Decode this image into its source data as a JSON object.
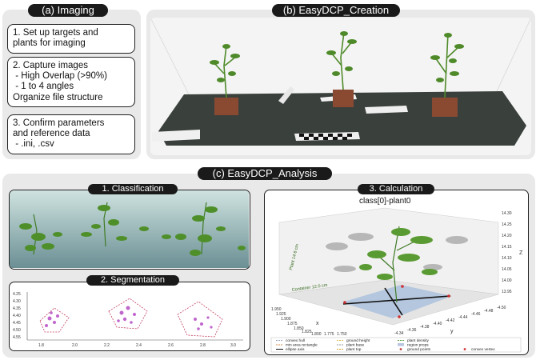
{
  "imaging": {
    "title": "(a) Imaging",
    "steps": [
      {
        "lines": [
          "1. Set up targets and",
          "plants for imaging"
        ]
      },
      {
        "lines": [
          "2. Capture images",
          " - High Overlap (>90%)",
          " - 1 to 4 angles",
          "Organize file structure"
        ]
      },
      {
        "lines": [
          "3. Confirm parameters",
          "and reference data",
          " - .ini, .csv"
        ]
      }
    ]
  },
  "creation": {
    "title": "(b) EasyDCP_Creation"
  },
  "analysis": {
    "title": "(c) EasyDCP_Analysis",
    "classification": {
      "title": "1. Classification"
    },
    "segmentation": {
      "title": "2. Segmentation",
      "y_ticks": [
        "4.25",
        "4.30",
        "4.35",
        "4.40",
        "4.45",
        "4.50",
        "4.55"
      ],
      "x_ticks": [
        "1.8",
        "2.0",
        "2.2",
        "2.4",
        "2.6",
        "2.8",
        "3.0"
      ]
    },
    "calculation": {
      "title": "3. Calculation",
      "plot_title": "class[0]-plant0",
      "z_ticks": [
        "14.30",
        "14.25",
        "14.20",
        "14.15",
        "14.10",
        "14.05",
        "14.00",
        "13.95"
      ],
      "z_label": "Z",
      "x_ticks": [
        "1.950",
        "1.925",
        "1.900",
        "1.875",
        "1.850",
        "1.825",
        "1.800",
        "1.775",
        "1.750"
      ],
      "x_label": "x",
      "y_ticks": [
        "-4.34",
        "-4.36",
        "-4.38",
        "-4.40",
        "-4.42",
        "-4.44",
        "-4.46",
        "-4.48",
        "-4.50"
      ],
      "y_label": "y",
      "annotations": [
        "Plant 14.6 cm",
        "Container 12.0 cm"
      ],
      "legend": [
        {
          "label": "convex hull",
          "color": "#9aa6c0",
          "style": "dashed"
        },
        {
          "label": "min area rectangle",
          "color": "#d7884a",
          "style": "dashed"
        },
        {
          "label": "ellipse axis",
          "color": "#111111",
          "style": "solid"
        },
        {
          "label": "ground height",
          "color": "#e0c050",
          "style": "dashed"
        },
        {
          "label": "plant base",
          "color": "#9a9a9a",
          "style": "dashed"
        },
        {
          "label": "plant top",
          "color": "#d8a030",
          "style": "dashed"
        },
        {
          "label": "plant density",
          "color": "#5aa040",
          "style": "dashed"
        },
        {
          "label": "region props",
          "color": "#b8c4e0",
          "style": "box"
        },
        {
          "label": "ground points",
          "color": "#c04040",
          "style": "dot"
        },
        {
          "label": "convex vertex",
          "color": "#d03030",
          "style": "x"
        }
      ]
    }
  },
  "colors": {
    "plant_green": "#4f8a2a",
    "pot_brown": "#8a4a32",
    "floor": "#3a403c"
  }
}
